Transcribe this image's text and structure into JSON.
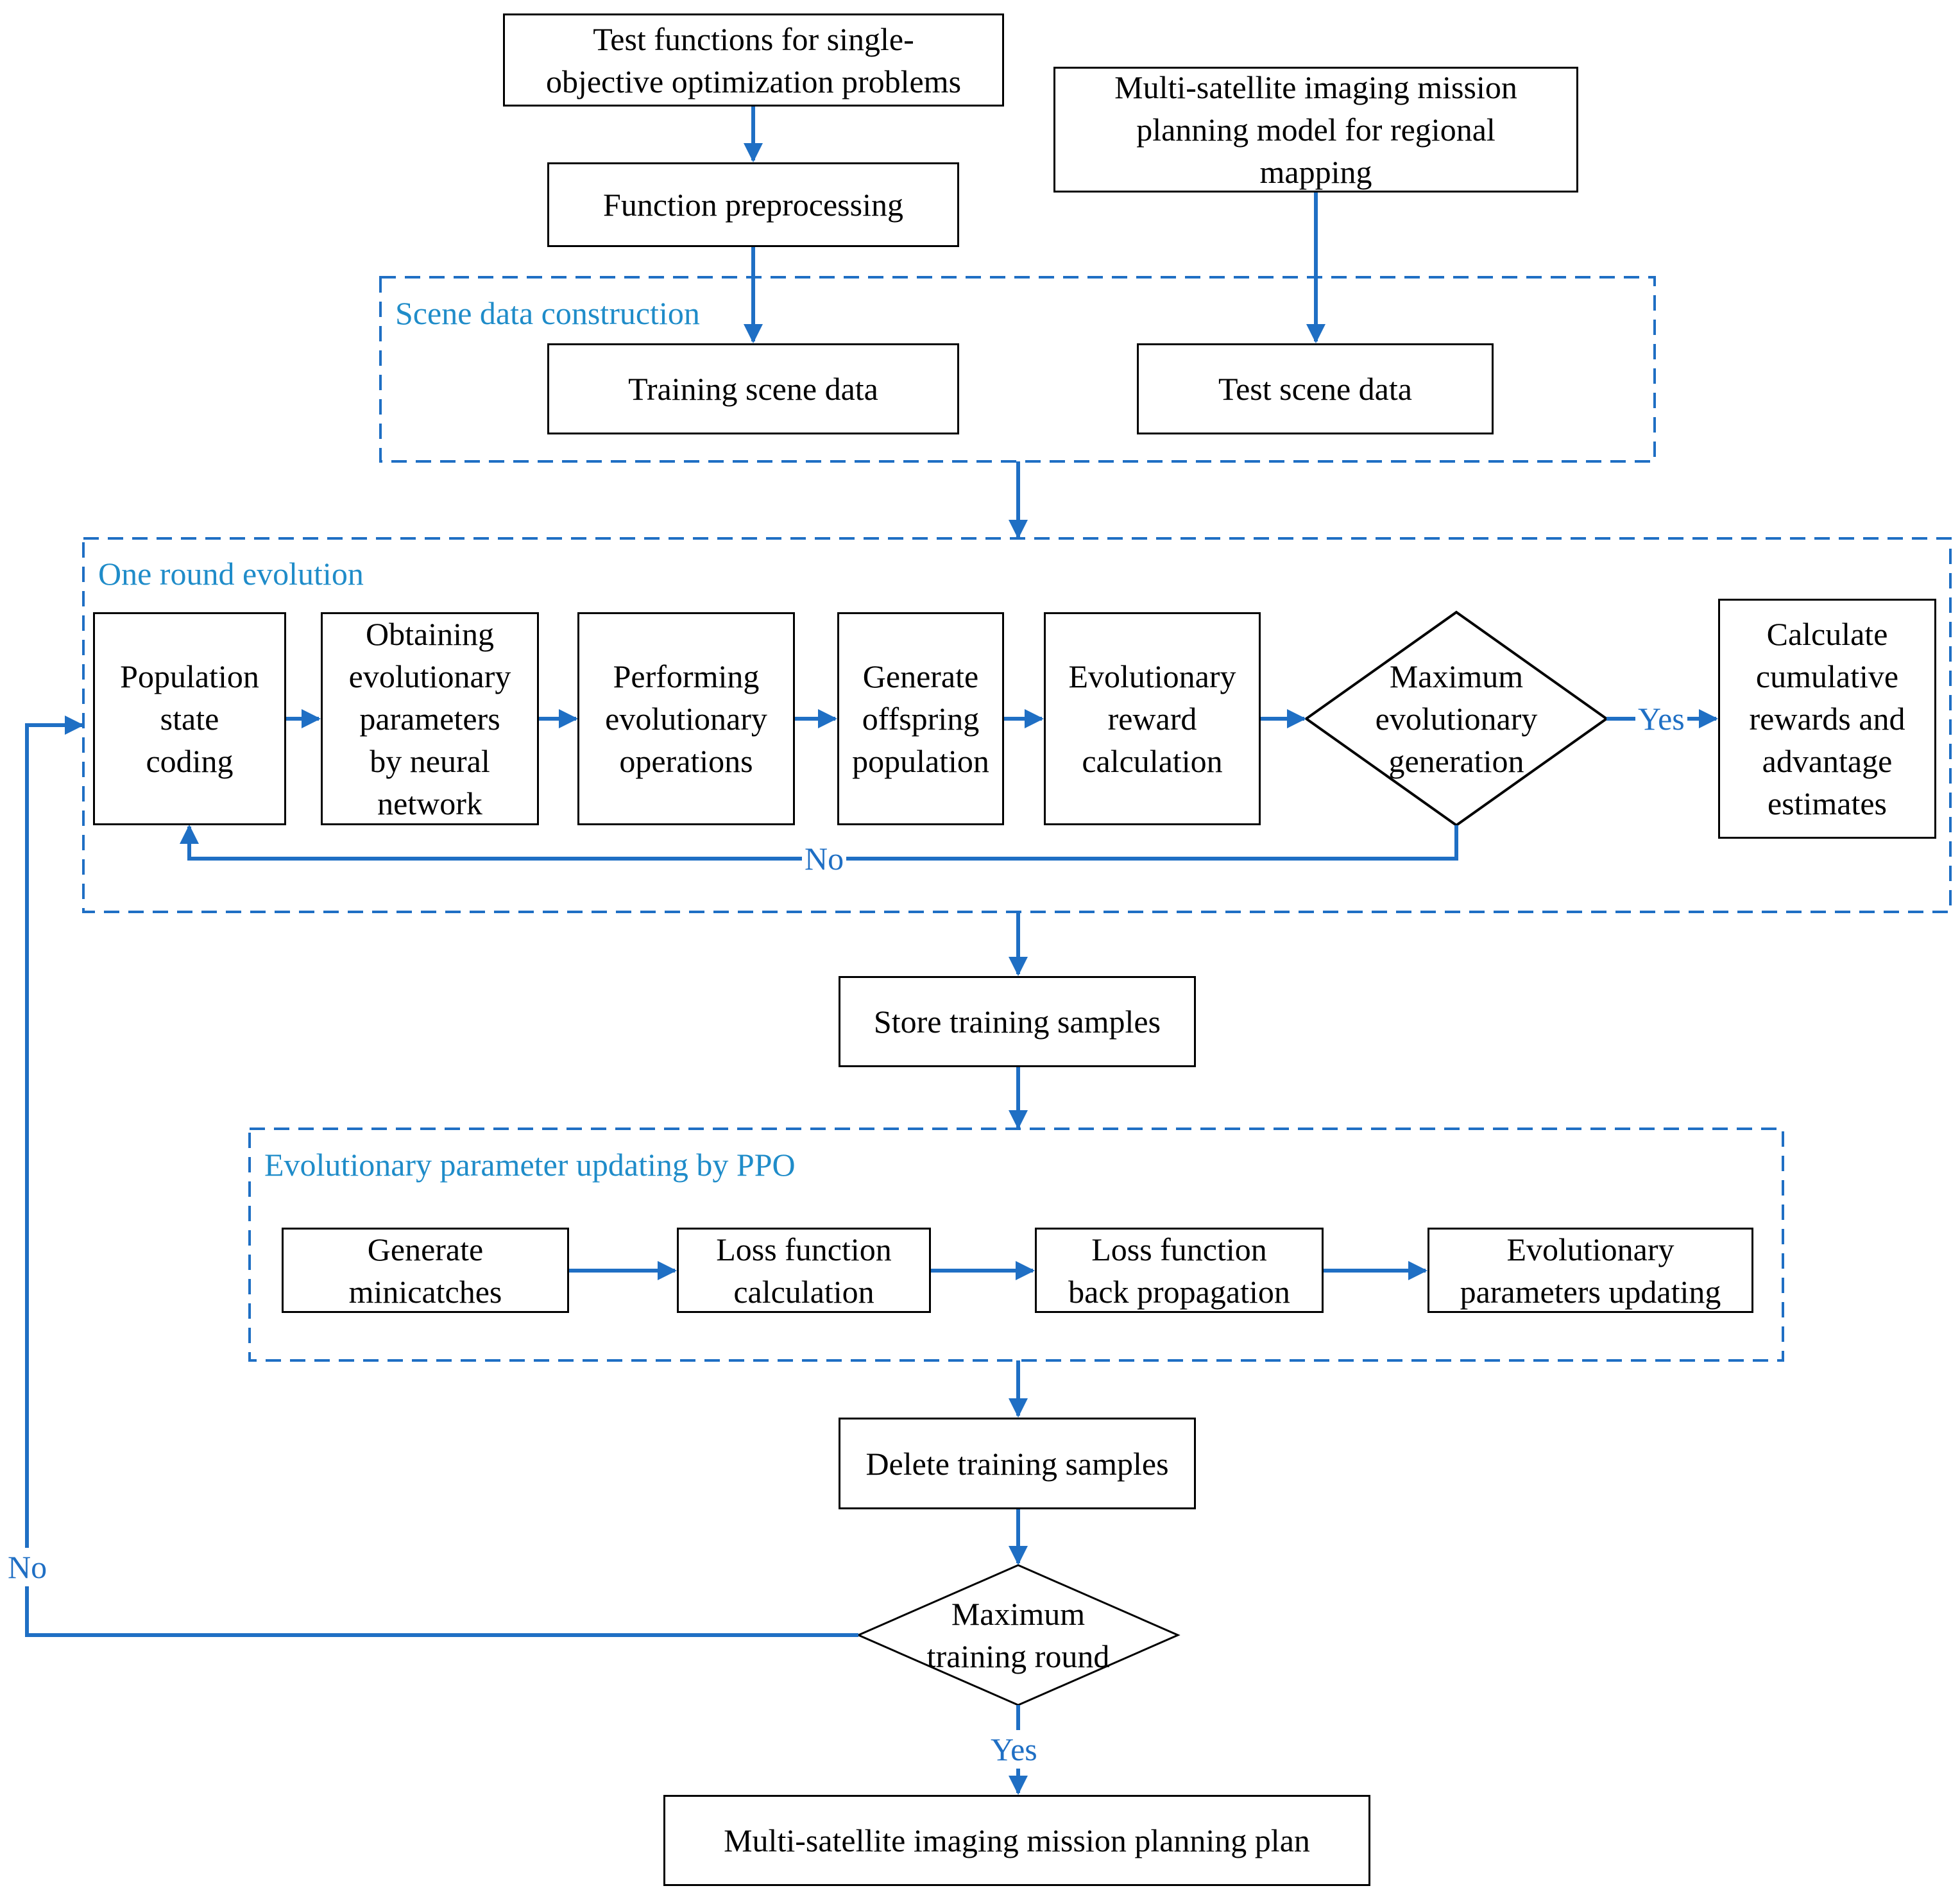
{
  "colors": {
    "arrow": "#1f6fc4",
    "group_border": "#1f6fc4",
    "group_label": "#1f8cc9",
    "box_border": "#000000"
  },
  "nodes": {
    "test_functions": "Test functions for single-\nobjective optimization problems",
    "function_preprocessing": "Function preprocessing",
    "mission_model": "Multi-satellite imaging mission\nplanning model for regional\nmapping",
    "training_scene_data": "Training scene data",
    "test_scene_data": "Test scene data",
    "population_state_coding": "Population\nstate\ncoding",
    "obtaining_parameters": "Obtaining\nevolutionary\nparameters\nby neural\nnetwork",
    "performing_operations": "Performing\nevolutionary\noperations",
    "generate_offspring": "Generate\noffspring\npopulation",
    "reward_calculation": "Evolutionary\nreward\ncalculation",
    "max_generation": "Maximum\nevolutionary\ngeneration",
    "cumulative_rewards": "Calculate\ncumulative\nrewards and\nadvantage\nestimates",
    "store_samples": "Store training samples",
    "generate_minicatches": "Generate\nminicatches",
    "loss_calculation": "Loss function\ncalculation",
    "loss_backprop": "Loss function\nback propagation",
    "parameters_updating": "Evolutionary\nparameters updating",
    "delete_samples": "Delete training samples",
    "max_training_round": "Maximum\ntraining round",
    "final_plan": "Multi-satellite imaging mission planning plan"
  },
  "groups": {
    "scene_data": "Scene data construction",
    "one_round": "One round evolution",
    "ppo": "Evolutionary parameter updating by PPO"
  },
  "edge_labels": {
    "gen_yes": "Yes",
    "gen_no": "No",
    "round_no": "No",
    "round_yes": "Yes"
  }
}
